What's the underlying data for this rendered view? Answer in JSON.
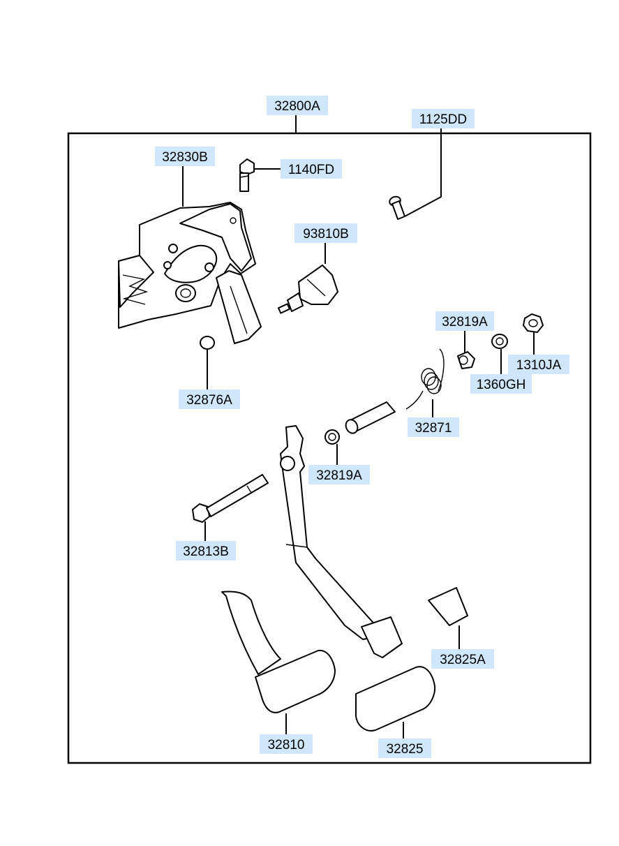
{
  "diagram": {
    "labels": {
      "assembly": "32800A",
      "bolt_1125DD": "1125DD",
      "bracket": "32830B",
      "bolt_1140FD": "1140FD",
      "switch": "93810B",
      "stopper": "32876A",
      "bushing_top": "32819A",
      "nut": "1310JA",
      "washer": "1360GH",
      "spring": "32871",
      "bushing_mid": "32819A",
      "pivot_bolt": "32813B",
      "pad_small": "32825A",
      "pedal_brake": "32810",
      "pad_large": "32825"
    }
  }
}
